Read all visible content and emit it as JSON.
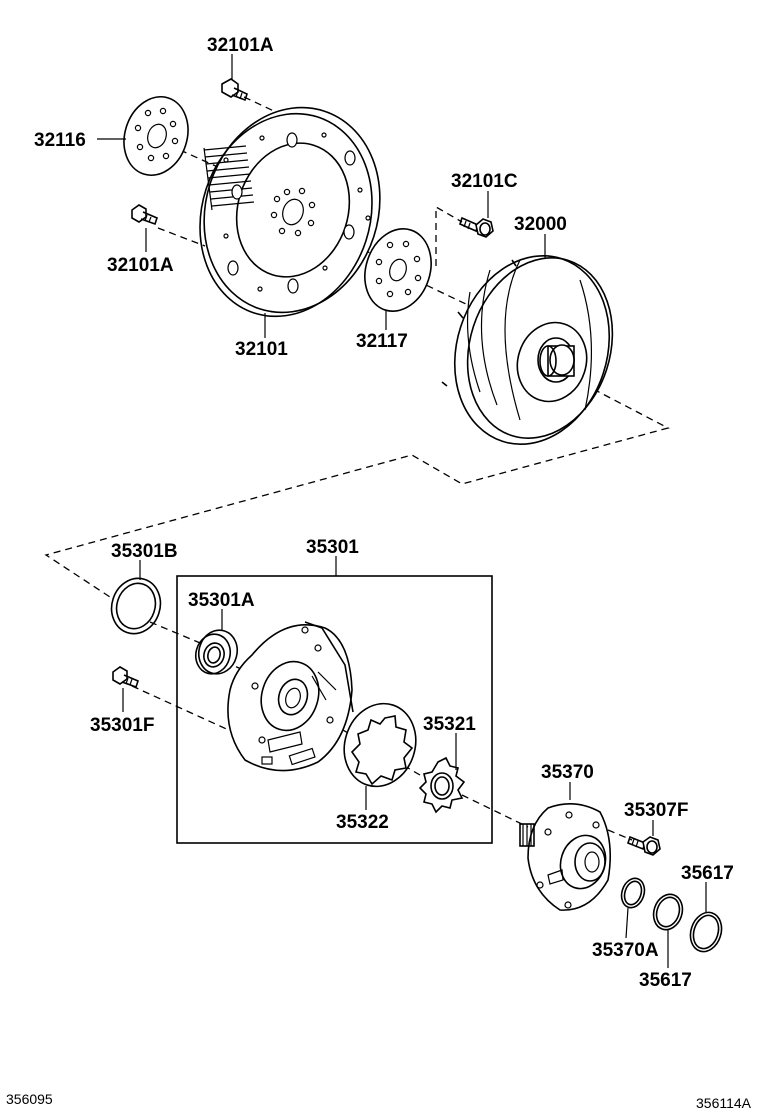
{
  "parts": {
    "p32101A_top": "32101A",
    "p32116": "32116",
    "p32101A_left": "32101A",
    "p32101": "32101",
    "p32101C": "32101C",
    "p32000": "32000",
    "p32117": "32117",
    "p35301B": "35301B",
    "p35301": "35301",
    "p35301A": "35301A",
    "p35301F": "35301F",
    "p35321": "35321",
    "p35322": "35322",
    "p35370": "35370",
    "p35307F": "35307F",
    "p35617_right": "35617",
    "p35370A": "35370A",
    "p35617_bottom": "35617"
  },
  "footer": {
    "left_code": "356095",
    "right_code": "356114A"
  }
}
